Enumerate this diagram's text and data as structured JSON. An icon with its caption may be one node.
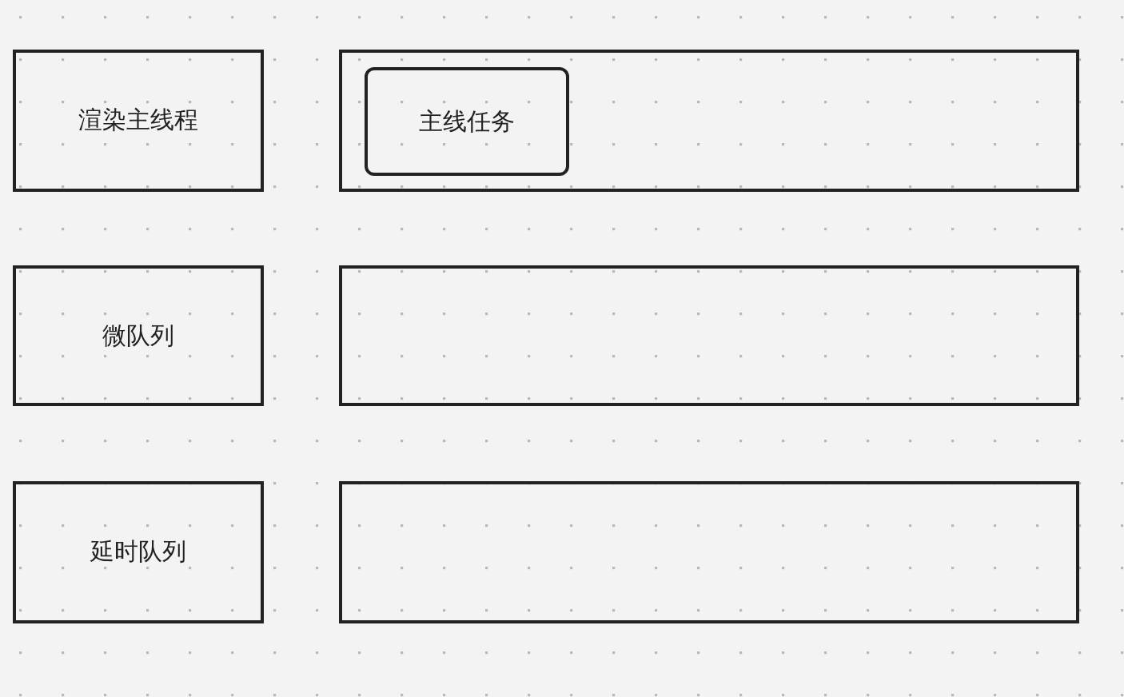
{
  "diagram": {
    "nodes": [
      {
        "text": [
          "渲染主线程"
        ]
      },
      {
        "text": [],
        "shape": "box"
      },
      {
        "text": [
          "主线任务"
        ],
        "in": 1
      },
      {
        "text": [
          "微队列"
        ]
      },
      {
        "text": [],
        "shape": "box"
      },
      {
        "text": [
          "延时队列"
        ]
      },
      {
        "text": [],
        "shape": "box"
      }
    ]
  }
}
